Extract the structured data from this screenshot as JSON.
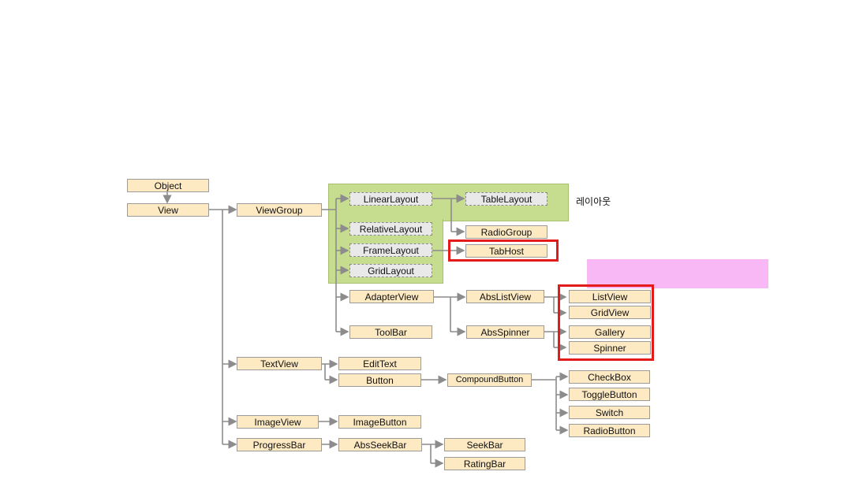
{
  "diagram": {
    "layout_group_label": "레이아웃",
    "nodes": {
      "object": "Object",
      "view": "View",
      "viewgroup": "ViewGroup",
      "linearlayout": "LinearLayout",
      "tablelayout": "TableLayout",
      "relativelayout": "RelativeLayout",
      "radiogroup": "RadioGroup",
      "framelayout": "FrameLayout",
      "tabhost": "TabHost",
      "gridlayout": "GridLayout",
      "adapterview": "AdapterView",
      "abslistview": "AbsListView",
      "listview": "ListView",
      "gridview": "GridView",
      "toolbar": "ToolBar",
      "absspinner": "AbsSpinner",
      "gallery": "Gallery",
      "spinner": "Spinner",
      "textview": "TextView",
      "edittext": "EditText",
      "button": "Button",
      "compoundbutton": "CompoundButton",
      "checkbox": "CheckBox",
      "togglebutton": "ToggleButton",
      "switch": "Switch",
      "radiobutton": "RadioButton",
      "imageview": "ImageView",
      "imagebutton": "ImageButton",
      "progressbar": "ProgressBar",
      "absseekbar": "AbsSeekBar",
      "seekbar": "SeekBar",
      "ratingbar": "RatingBar"
    },
    "colors": {
      "node_fill": "#fde9c2",
      "layout_node_fill": "#e9e9e9",
      "layout_group_fill": "#c6dc8e",
      "highlight": "#e41b1b",
      "pink_bar": "#f8b8f5",
      "connector": "#8c8c8c"
    }
  }
}
